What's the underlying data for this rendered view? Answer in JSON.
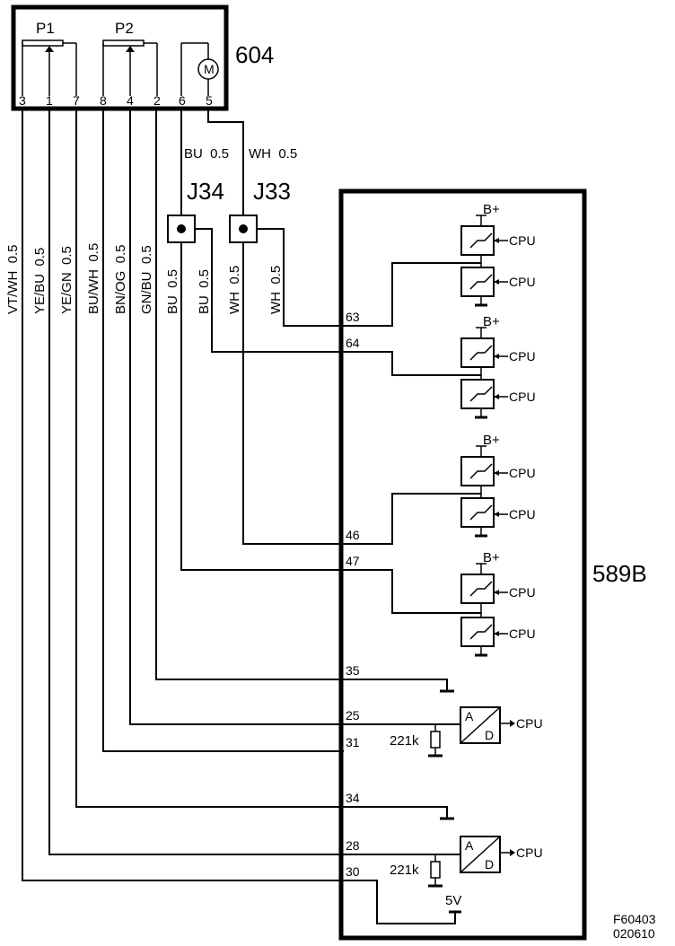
{
  "component_604": {
    "id": "604",
    "pots": [
      "P1",
      "P2"
    ],
    "motor_symbol": "M",
    "pins": [
      "3",
      "1",
      "7",
      "8",
      "4",
      "2",
      "6",
      "5"
    ]
  },
  "component_589b": {
    "id": "589B",
    "pins": [
      "63",
      "64",
      "46",
      "47",
      "35",
      "25",
      "31",
      "34",
      "28",
      "30"
    ],
    "supply_label": "B+",
    "cpu_label": "CPU",
    "adc_a": "A",
    "adc_d": "D",
    "resistor_label": "221k",
    "ref_voltage": "5V"
  },
  "junctions": [
    "J34",
    "J33"
  ],
  "motor_wires": [
    "BU  0.5",
    "WH  0.5"
  ],
  "wire_labels": [
    "VT/WH  0.5",
    "YE/BU  0.5",
    "YE/GN  0.5",
    "BU/WH  0.5",
    "BN/OG  0.5",
    "GN/BU  0.5",
    "BU  0.5",
    "BU  0.5",
    "WH  0.5",
    "WH  0.5"
  ],
  "figure_code": [
    "F60403",
    "020610"
  ]
}
